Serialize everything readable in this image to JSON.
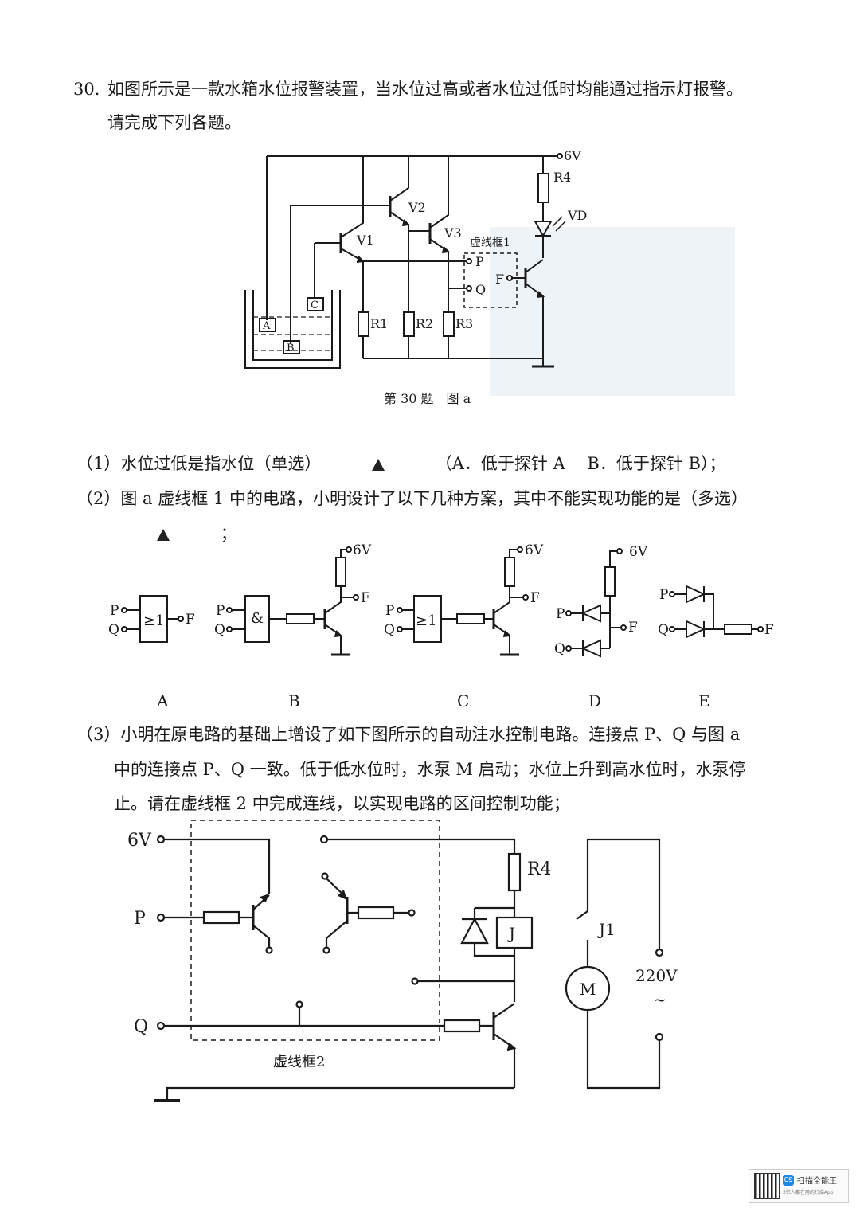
{
  "question": {
    "number": "30.",
    "line1": "如图所示是一款水箱水位报警装置，当水位过高或者水位过低时均能通过指示灯报警。",
    "line2": "请完成下列各题。"
  },
  "figure_a": {
    "caption": "第 30 题　图 a",
    "supply": "6V",
    "r4": "R4",
    "vd": "VD",
    "v1": "V1",
    "v2": "V2",
    "v3": "V3",
    "box_label": "虚线框1",
    "p": "P",
    "q": "Q",
    "f": "F",
    "r1": "R1",
    "r2": "R2",
    "r3": "R3",
    "probe_a": "A",
    "probe_b": "B",
    "probe_c": "C"
  },
  "q1": {
    "prefix": "（1）水位过低是指水位（单选）",
    "suffix": "（A．低于探针 A　 B．低于探针 B）；"
  },
  "q2": {
    "text": "（2）图 a 虚线框 1 中的电路，小明设计了以下几种方案，其中不能实现功能的是（多选）",
    "suffix": "；"
  },
  "options": {
    "gate_or": "≥1",
    "gate_and": "&",
    "supply": "6V",
    "p": "P",
    "q": "Q",
    "f": "F",
    "labels": [
      "A",
      "B",
      "C",
      "D",
      "E"
    ]
  },
  "q3": {
    "line1": "（3）小明在原电路的基础上增设了如下图所示的自动注水控制电路。连接点 P、Q 与图 a",
    "line2": "中的连接点 P、Q 一致。低于低水位时，水泵 M 启动；水位上升到高水位时，水泵停",
    "line3": "止。请在虚线框 2 中完成连线，以实现电路的区间控制功能；"
  },
  "figure_b": {
    "supply": "6V",
    "p": "P",
    "q": "Q",
    "r4": "R4",
    "relay": "J",
    "switch": "J1",
    "motor": "M",
    "mains": "220V",
    "ac": "~",
    "box_label": "虚线框2"
  },
  "watermark": {
    "badge": "CS",
    "name": "扫描全能王",
    "sub": "3亿人都在用的扫描App"
  }
}
